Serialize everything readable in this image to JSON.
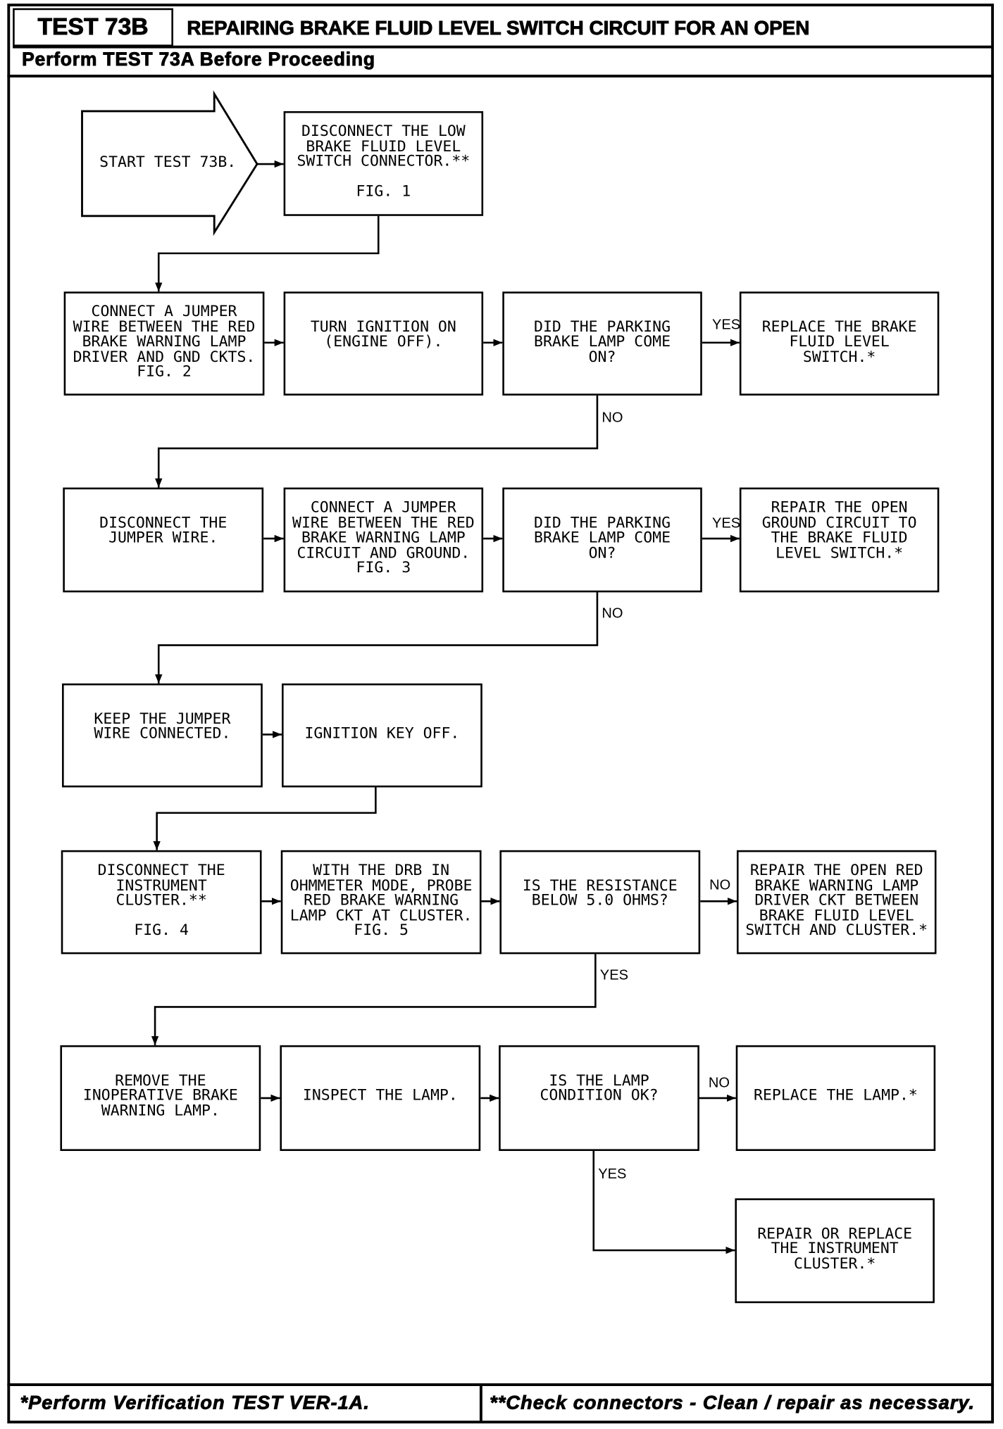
{
  "header": {
    "test_id": "TEST 73B",
    "title": "REPAIRING BRAKE FLUID LEVEL SWITCH CIRCUIT FOR AN OPEN",
    "prerequisite": "Perform TEST 73A Before Proceeding"
  },
  "flowchart": {
    "start": "START TEST 73B.",
    "steps": {
      "disconnect_switch_connector": "DISCONNECT THE LOW\nBRAKE FLUID LEVEL\nSWITCH CONNECTOR.**\n\nFIG. 1",
      "connect_jumper_driver_gnd": "CONNECT A JUMPER\nWIRE BETWEEN THE RED\nBRAKE WARNING LAMP\nDRIVER AND GND CKTS.\nFIG. 2",
      "turn_ignition_on": "TURN IGNITION ON\n(ENGINE OFF).",
      "parking_lamp_check_1": "DID THE PARKING\nBRAKE LAMP COME\nON?",
      "replace_fluid_level_switch": "REPLACE THE BRAKE\nFLUID LEVEL\nSWITCH.*",
      "disconnect_jumper": "DISCONNECT THE\nJUMPER WIRE.",
      "connect_jumper_circuit_ground": "CONNECT A JUMPER\nWIRE BETWEEN THE RED\nBRAKE WARNING LAMP\nCIRCUIT AND GROUND.\nFIG. 3",
      "parking_lamp_check_2": "DID THE PARKING\nBRAKE LAMP COME\nON?",
      "repair_open_ground_circuit": "REPAIR THE OPEN\nGROUND CIRCUIT TO\nTHE BRAKE FLUID\nLEVEL SWITCH.*",
      "keep_jumper_connected": "KEEP THE JUMPER\nWIRE CONNECTED.",
      "ignition_key_off": "IGNITION KEY OFF.",
      "disconnect_instrument_cluster": "DISCONNECT THE\nINSTRUMENT\nCLUSTER.**\n\nFIG. 4",
      "probe_lamp_circuit": "WITH THE DRB IN\nOHMMETER MODE, PROBE\nRED BRAKE WARNING\nLAMP CKT AT CLUSTER.\nFIG. 5",
      "resistance_check": "IS THE RESISTANCE\nBELOW 5.0 OHMS?",
      "repair_open_driver_circuit": "REPAIR THE OPEN RED\nBRAKE WARNING LAMP\nDRIVER CKT BETWEEN\nBRAKE FLUID LEVEL\nSWITCH AND CLUSTER.*",
      "remove_warning_lamp": "REMOVE THE\nINOPERATIVE BRAKE\nWARNING LAMP.",
      "inspect_lamp": "INSPECT THE LAMP.",
      "lamp_condition_check": "IS THE LAMP\nCONDITION OK?",
      "replace_lamp": "REPLACE THE LAMP.*",
      "repair_replace_cluster": "REPAIR OR REPLACE\nTHE INSTRUMENT\nCLUSTER.*"
    },
    "branch_labels": {
      "lamp_check_1_yes": "YES",
      "lamp_check_1_no": "NO",
      "lamp_check_2_yes": "YES",
      "lamp_check_2_no": "NO",
      "resistance_no": "NO",
      "resistance_yes": "YES",
      "lamp_condition_no": "NO",
      "lamp_condition_yes": "YES"
    }
  },
  "footer": {
    "verification_note": "*Perform Verification TEST VER-1A.",
    "connectors_note": "**Check connectors - Clean / repair as necessary."
  }
}
